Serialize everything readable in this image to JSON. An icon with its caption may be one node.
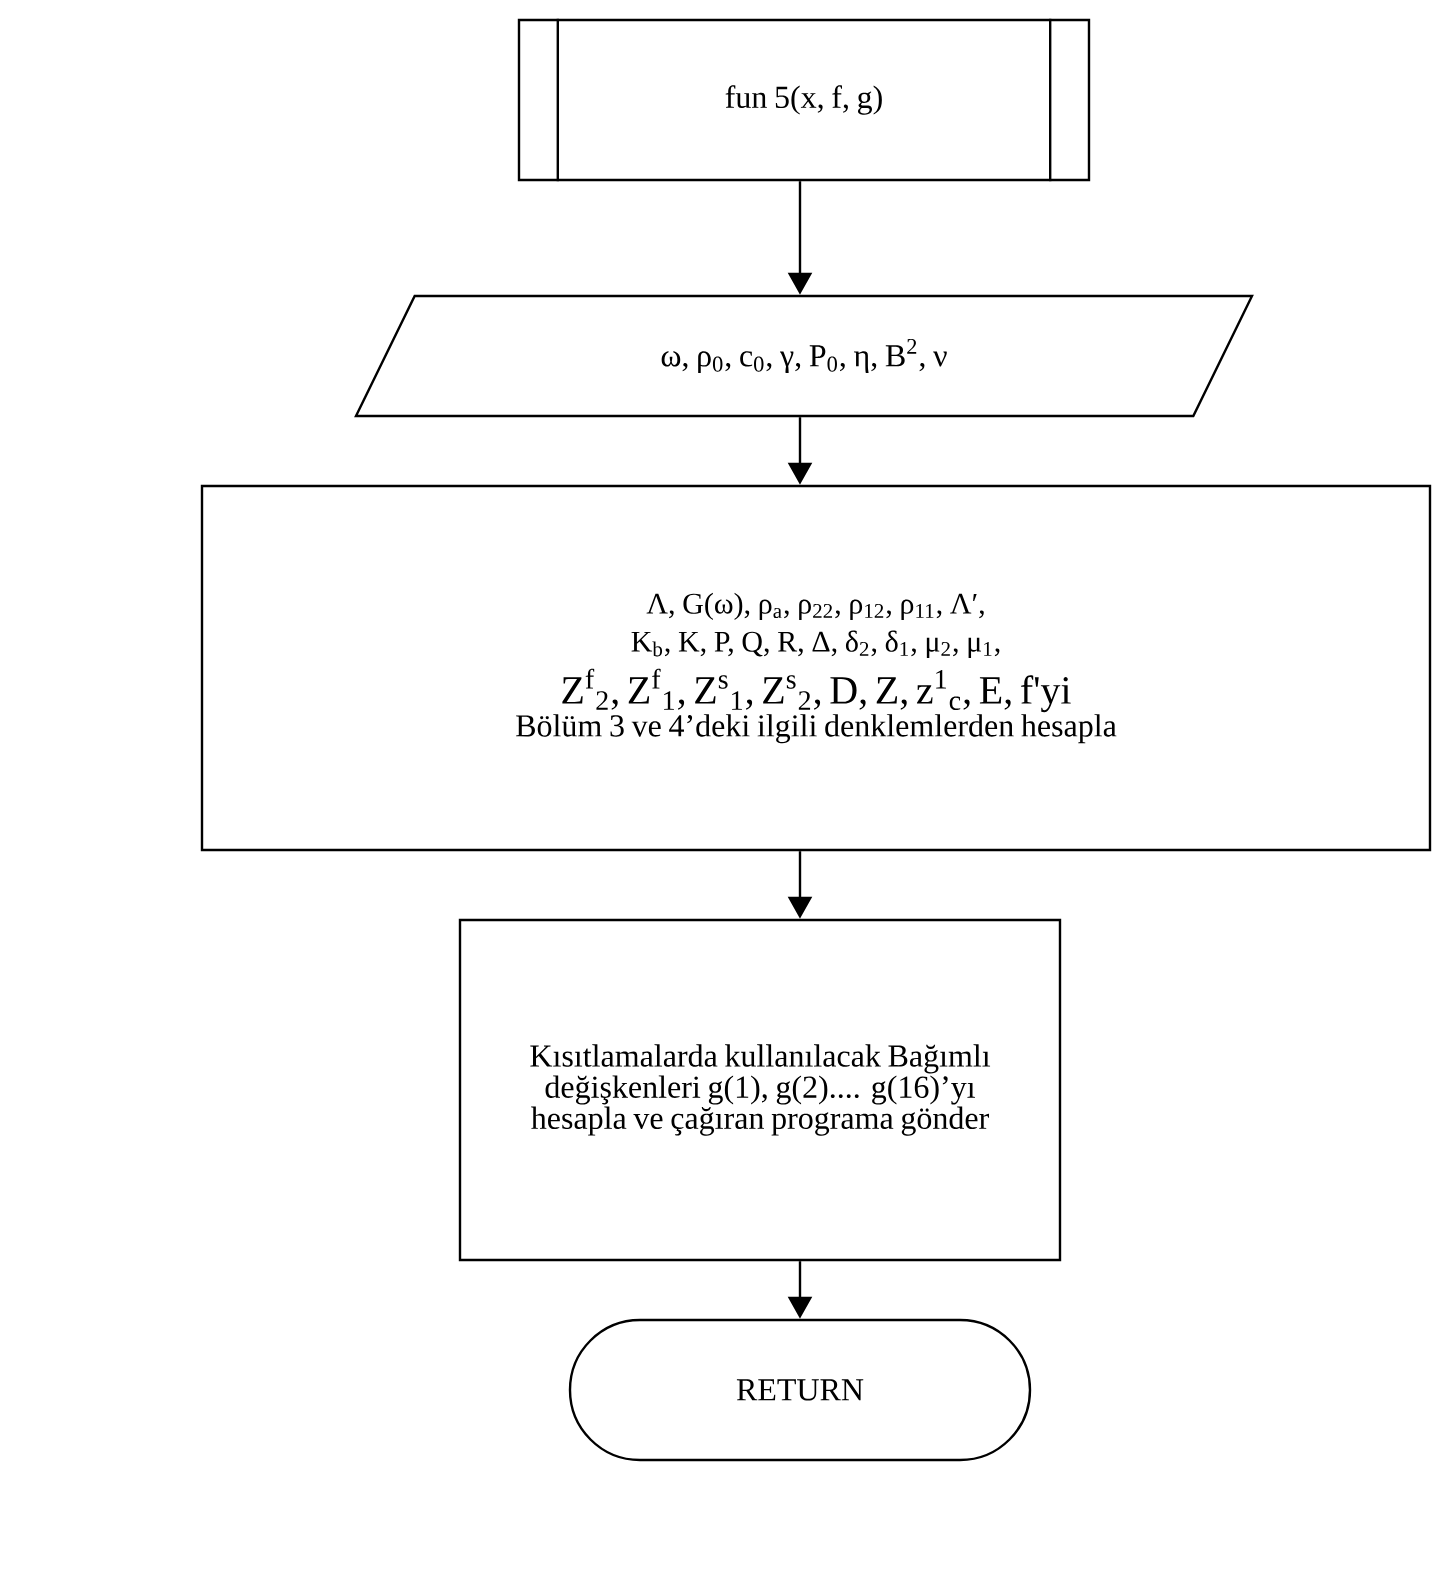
{
  "diagram": {
    "nodes": [
      {
        "text": [
          "fun 5(x, f, g)"
        ]
      },
      {
        "text": [
          "ω, ρ$_{0}$, c$_{0}$, γ, P$_{0}$, η, B$^{2}$, ν"
        ]
      },
      {
        "text": [
          "Λ, G(ω), ρ$_{a}$, ρ$_{22}$, ρ$_{12}$, ρ$_{11}$, Λ′,",
          "K$_{b}$, K, P, Q, R, Δ, δ$_{2}$, δ$_{1}$, μ$_{2}$, μ$_{1}$,",
          "Z$^{f}$$_{2}$, Z$^{f}$$_{1}$, Z$^{s}$$_{1}$, Z$^{s}$$_{2}$, D, Z, z$^{1}$$_{c}$, E, f'yi",
          "Bölüm 3 ve 4’deki ilgili denklemlerden hesapla"
        ]
      },
      {
        "text": [
          "Kısıtlamalarda kullanılacak Bağımlı değişkenleri g(1), g(2).... g(16)’yı hesapla ve çağıran programa gönder"
        ]
      },
      {
        "text": [
          "RETURN"
        ]
      }
    ],
    "edges": [
      {
        "from": 0,
        "to": 1,
        "arrow": "to"
      },
      {
        "from": 1,
        "to": 2,
        "arrow": "to"
      },
      {
        "from": 2,
        "to": 3,
        "arrow": "to"
      },
      {
        "from": 3,
        "to": 4,
        "arrow": "to"
      }
    ]
  }
}
